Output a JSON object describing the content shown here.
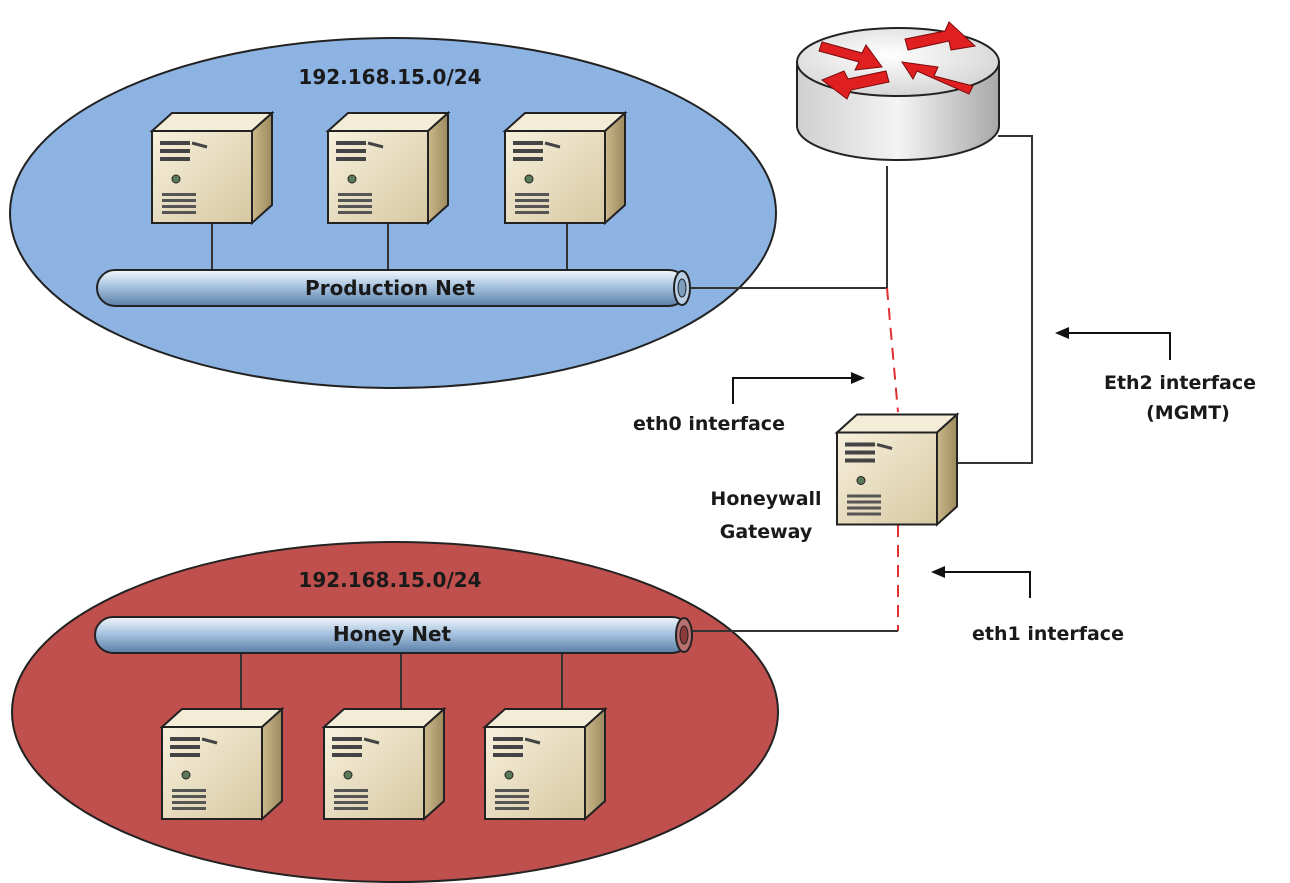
{
  "production_network": {
    "subnet_label": "192.168.15.0/24",
    "bus_label": "Production Net",
    "color": "#8db3e2",
    "host_icons": [
      "server-icon",
      "server-icon",
      "server-icon"
    ]
  },
  "honey_network": {
    "subnet_label": "192.168.15.0/24",
    "bus_label": "Honey Net",
    "color": "#c0504d",
    "host_icons": [
      "server-icon",
      "server-icon",
      "server-icon"
    ]
  },
  "router": {
    "icon": "router-icon",
    "arrow_color": "#e02020"
  },
  "gateway": {
    "icon": "server-icon",
    "label_line1": "Honeywall",
    "label_line2": "Gateway"
  },
  "interfaces": {
    "eth0": "eth0 interface",
    "eth1": "eth1 interface",
    "eth2_line1": "Eth2 interface",
    "eth2_line2": "(MGMT)"
  },
  "colors": {
    "bridge_link": "#e03030",
    "link": "#333333"
  }
}
